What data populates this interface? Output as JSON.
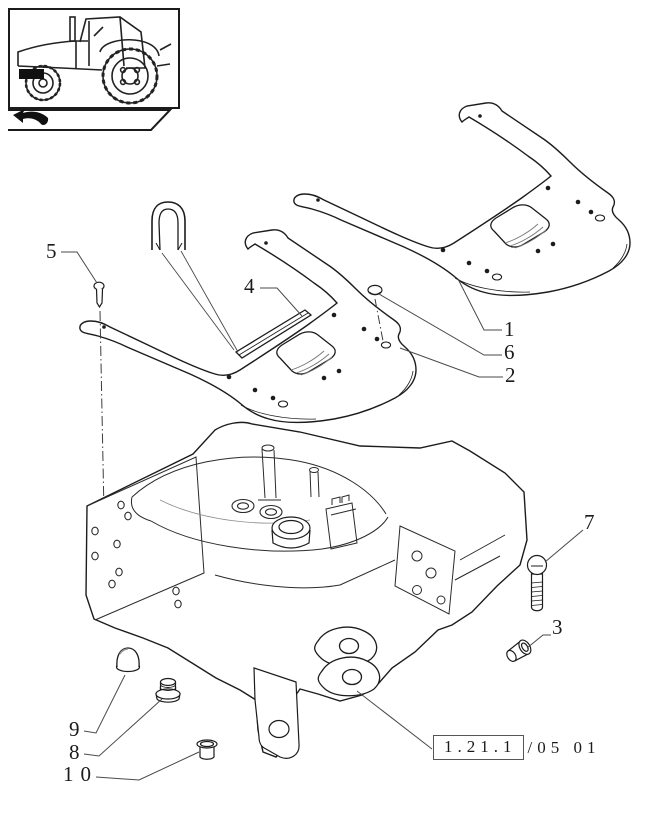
{
  "colors": {
    "ink": "#1c1c1c",
    "paper": "#ffffff",
    "leader": "#4a4a4a"
  },
  "thumbnail": {
    "subject": "tractor-side-view",
    "highlight": "front-axle-area"
  },
  "nav_tab": {
    "icon": "section-pointer-swoosh-icon"
  },
  "callouts": [
    "1",
    "2",
    "3",
    "4",
    "5",
    "6",
    "7",
    "8",
    "9",
    "10"
  ],
  "reference": {
    "boxed": "1.21.1",
    "suffix": "/05 01"
  }
}
